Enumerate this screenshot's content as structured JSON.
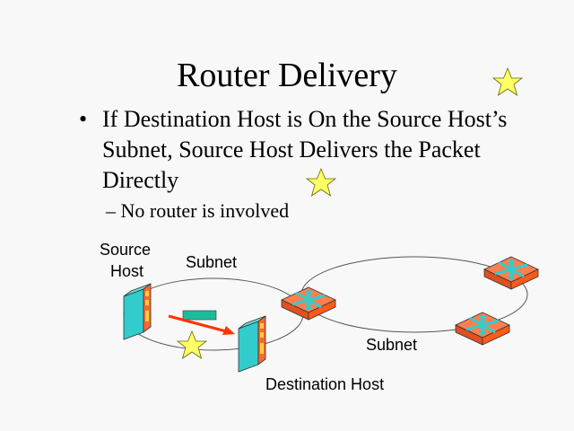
{
  "slide": {
    "title": "Router Delivery",
    "bullet": {
      "marker": "•",
      "text": "If Destination Host is On the Source Host’s Subnet, Source Host Delivers the Packet Directly"
    },
    "sub_bullet": {
      "marker": "–",
      "text": "No router is involved"
    }
  },
  "diagram": {
    "labels": {
      "source_host_line1": "Source",
      "source_host_line2": "Host",
      "subnet_left": "Subnet",
      "subnet_right": "Subnet",
      "destination_host": "Destination Host"
    },
    "colors": {
      "server_front": "#33cccc",
      "server_side": "#ff6633",
      "router_top": "#ff7f50",
      "router_arrows": "#33cccc",
      "packet": "#1abc9c",
      "arrow": "#ff3300",
      "star": "#ffff66"
    }
  }
}
